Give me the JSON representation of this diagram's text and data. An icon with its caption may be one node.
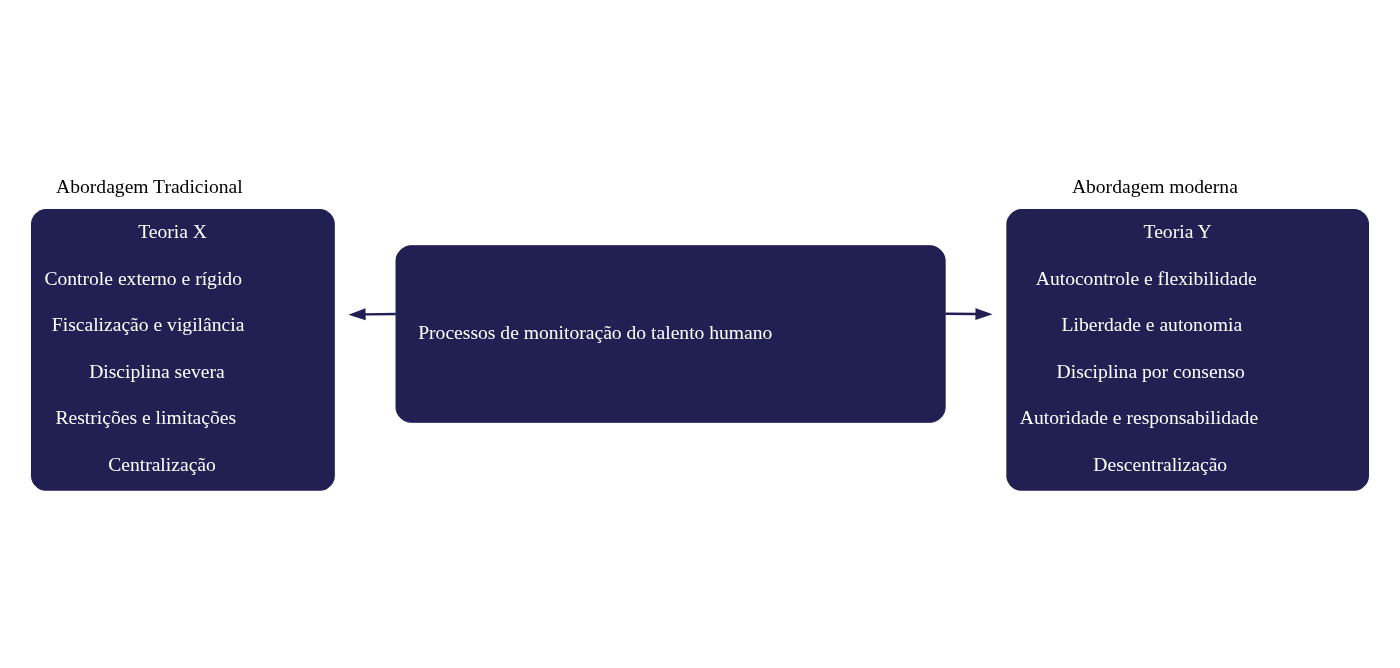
{
  "diagram": {
    "nodes": [
      {
        "text": [
          "Abordagem Tradicional",
          "Teoria X",
          "Controle externo e rígido",
          "Fiscalização e vigilância",
          "Disciplina severa",
          "Restrições e limitações",
          "Centralização"
        ]
      },
      {
        "text": [
          "Processos de monitoração do talento humano"
        ]
      },
      {
        "text": [
          "Abordagem moderna",
          "Teoria Y",
          "Autocontrole e flexibilidade",
          "Liberdade e autonomia",
          "Disciplina por consenso",
          "Autoridade e responsabilidade",
          "Descentralização"
        ]
      }
    ],
    "edges": [
      {
        "from": 1,
        "to": 0,
        "arrow": "to"
      },
      {
        "from": 1,
        "to": 2,
        "arrow": "to"
      }
    ]
  }
}
